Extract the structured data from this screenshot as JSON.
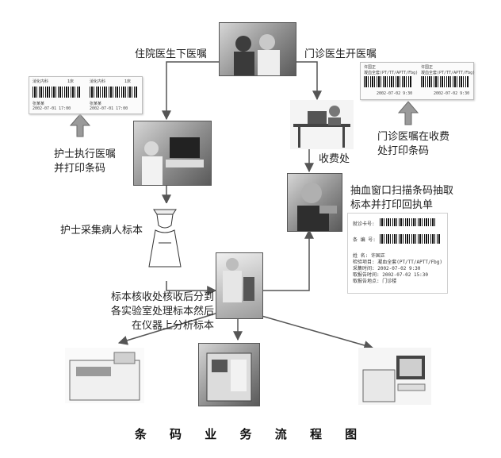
{
  "diagram": {
    "title": "条 码 业 务 流 程 图",
    "steps": {
      "doctor_order": "住院医生下医嘱",
      "outpatient_order": "门诊医生开医嘱",
      "nurse_execute": "护士执行医嘱\n并打印条码",
      "outpatient_print": "门诊医嘱在收费\n处打印条码",
      "cashier": "收费处",
      "blood_window": "抽血窗口扫描条码抽取\n标本并打印回执单",
      "nurse_collect": "护士采集病人标本",
      "lab_analysis": "标本核收处核收后分到\n各实验室处理标本然后\n在仪器上分析标本"
    },
    "labels_card_ward": {
      "left_label": {
        "ward": "消化内科",
        "bed": "1床",
        "name": "张某某",
        "date": "2002-07-01 17:00"
      },
      "right_label": {
        "ward": "消化内科",
        "bed": "1床",
        "name": "张某某",
        "date": "2002-07-01 17:00"
      }
    },
    "labels_card_outpatient": {
      "left_label": {
        "name": "许国正",
        "test": "凝血全套(PT/TT/APTT/Fbg)",
        "date": "2002-07-02 9:30"
      },
      "right_label": {
        "name": "许国正",
        "test": "凝血全套(PT/TT/APTT/Fbg)",
        "date": "2002-07-02 9:30"
      }
    },
    "receipt": {
      "rows": [
        "就诊卡号:",
        "条 编 号:",
        "姓    名: 许国正",
        "检验项目: 凝血全套(PT/TT/APTT/Fbg)",
        "采集时间: 2002-07-02 9:30",
        "取报告时间: 2002-07-02 15:30",
        "取报告地点: 门诊楼"
      ]
    }
  }
}
